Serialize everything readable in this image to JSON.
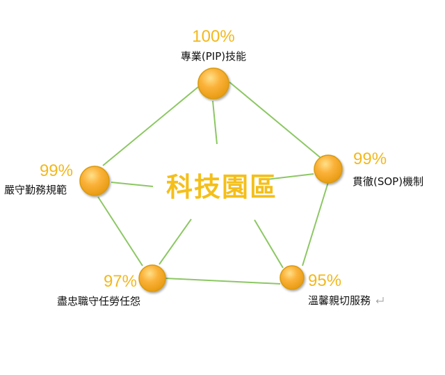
{
  "center_label": "科技園區",
  "nodes": [
    {
      "id": "top",
      "percent": "100%",
      "label": "專業(PIP)技能"
    },
    {
      "id": "right",
      "percent": "99%",
      "label": "貫徹(SOP)機制"
    },
    {
      "id": "bottom-right",
      "percent": "95%",
      "label": "溫馨親切服務"
    },
    {
      "id": "bottom-left",
      "percent": "97%",
      "label": "盡忠職守任勞任怨"
    },
    {
      "id": "left",
      "percent": "99%",
      "label": "嚴守勤務規範"
    }
  ],
  "colors": {
    "accent": "#f4bf1a",
    "line": "#8cc763",
    "node_fill": "#fbb23a"
  },
  "icons": {
    "paragraph_mark": "return-arrow-icon"
  }
}
